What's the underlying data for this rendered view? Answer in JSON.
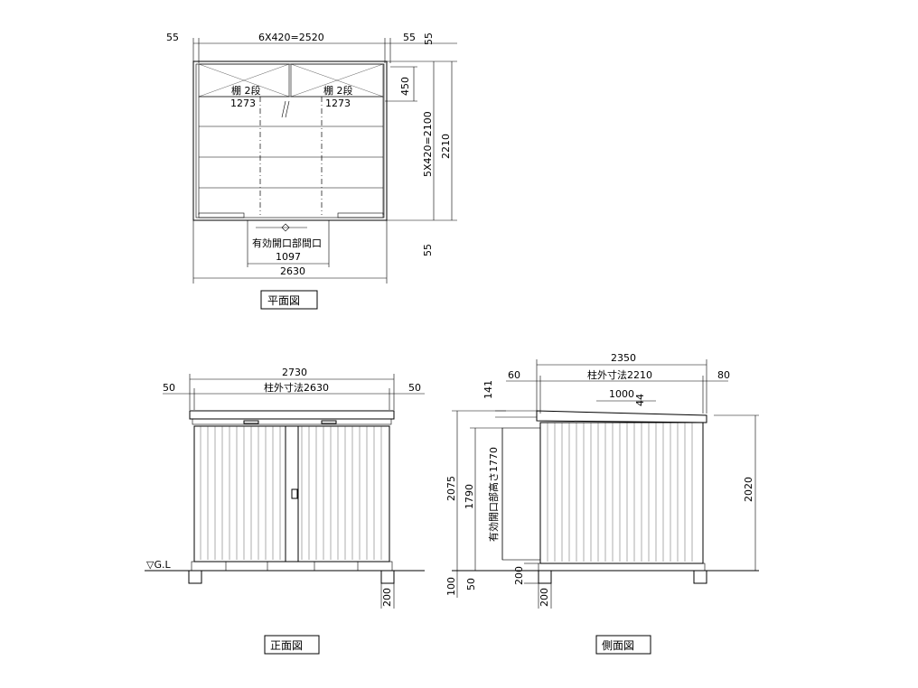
{
  "plan": {
    "dim_left": "55",
    "dim_top": "6X420=2520",
    "dim_right_a": "55",
    "dim_right_b": "55",
    "dim_450": "450",
    "dim_5x420": "5X420=2100",
    "dim_2210": "2210",
    "dim_55_bottom": "55",
    "shelf_left": "棚 2段",
    "shelf_right": "棚 2段",
    "dim_1273_left": "1273",
    "dim_1273_right": "1273",
    "door_label": "有効開口部間口",
    "dim_1097": "1097",
    "dim_2630": "2630",
    "caption": "平面図"
  },
  "front": {
    "dim_2730": "2730",
    "dim_50_left": "50",
    "col_label": "柱外寸法2630",
    "dim_50_right": "50",
    "gl_label": "▽G.L",
    "dim_200": "200",
    "caption": "正面図"
  },
  "side": {
    "dim_2350": "2350",
    "dim_60": "60",
    "col_label": "柱外寸法2210",
    "dim_80": "80",
    "dim_141": "141",
    "dim_1000": "1000",
    "dim_44": "44",
    "dim_2075": "2075",
    "dim_1790": "1790",
    "door_height": "有効開口部高さ1770",
    "dim_2020": "2020",
    "dim_100": "100",
    "dim_50": "50",
    "dim_200_a": "200",
    "dim_200_b": "200",
    "caption": "側面図"
  }
}
